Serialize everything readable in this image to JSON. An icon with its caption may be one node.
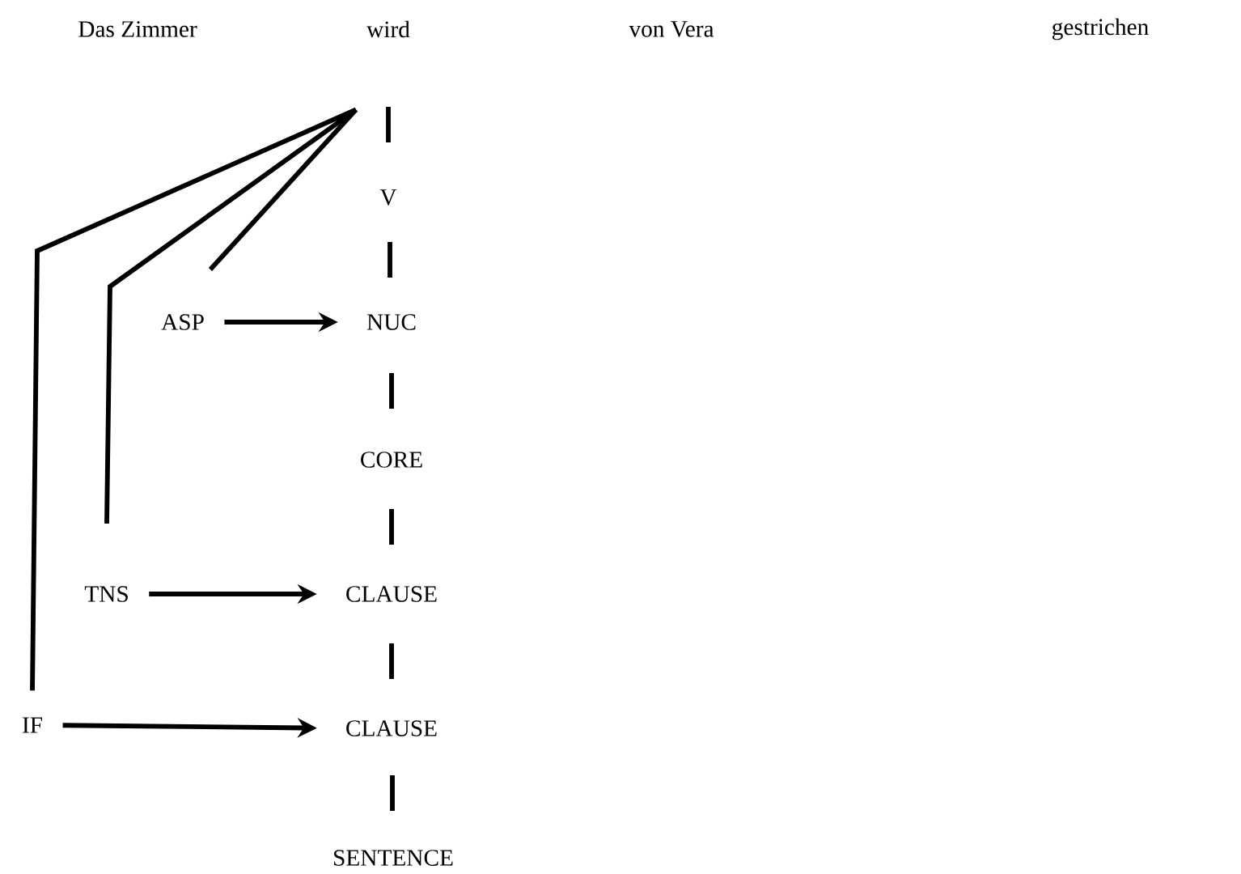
{
  "diagram": {
    "nodes": [
      {
        "text": [
          "Das Zimmer"
        ]
      },
      {
        "text": [
          "wird"
        ]
      },
      {
        "text": [
          "von Vera"
        ]
      },
      {
        "text": [
          "gestrichen"
        ]
      },
      {
        "text": [
          "V"
        ]
      },
      {
        "text": [
          "ASP"
        ]
      },
      {
        "text": [
          "NUC"
        ]
      },
      {
        "text": [
          "CORE"
        ]
      },
      {
        "text": [
          "TNS"
        ]
      },
      {
        "text": [
          "CLAUSE"
        ]
      },
      {
        "text": [
          "IF"
        ]
      },
      {
        "text": [
          "CLAUSE"
        ]
      },
      {
        "text": [
          "SENTENCE"
        ]
      }
    ],
    "edges": [
      {
        "from": 1,
        "to": 4,
        "arrow": "none"
      },
      {
        "from": 4,
        "to": 6,
        "arrow": "none"
      },
      {
        "from": 6,
        "to": 7,
        "arrow": "none"
      },
      {
        "from": 7,
        "to": 9,
        "arrow": "none"
      },
      {
        "from": 9,
        "to": 11,
        "arrow": "none"
      },
      {
        "from": 11,
        "to": 12,
        "arrow": "none"
      },
      {
        "from": 5,
        "to": 6,
        "arrow": "to"
      },
      {
        "from": 8,
        "to": 9,
        "arrow": "to"
      },
      {
        "from": 10,
        "to": 11,
        "arrow": "to"
      },
      {
        "from": 1,
        "to": 5,
        "arrow": "none"
      },
      {
        "from": 1,
        "to": 8,
        "arrow": "none"
      },
      {
        "from": 1,
        "to": 10,
        "arrow": "none"
      }
    ]
  }
}
